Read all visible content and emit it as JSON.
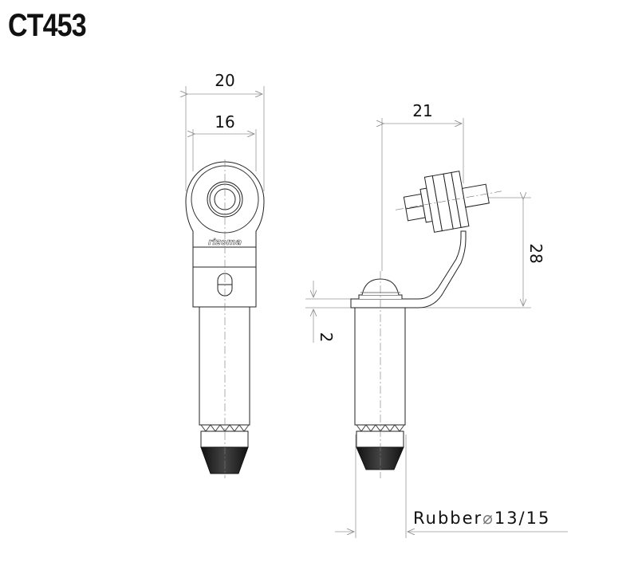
{
  "title": "CT453",
  "front_view": {
    "dim_outer_width": "20",
    "dim_inner_width": "16",
    "brand_logo": "rizoma"
  },
  "side_view": {
    "dim_offset": "21",
    "dim_height": "28",
    "dim_thickness": "2",
    "rubber_label": "Rubber",
    "rubber_symbol": "⌀",
    "rubber_diameter": "13/15"
  },
  "colors": {
    "line": "#222222",
    "dim_line": "#999999",
    "rubber": "#1a1a1a",
    "background": "#ffffff"
  }
}
